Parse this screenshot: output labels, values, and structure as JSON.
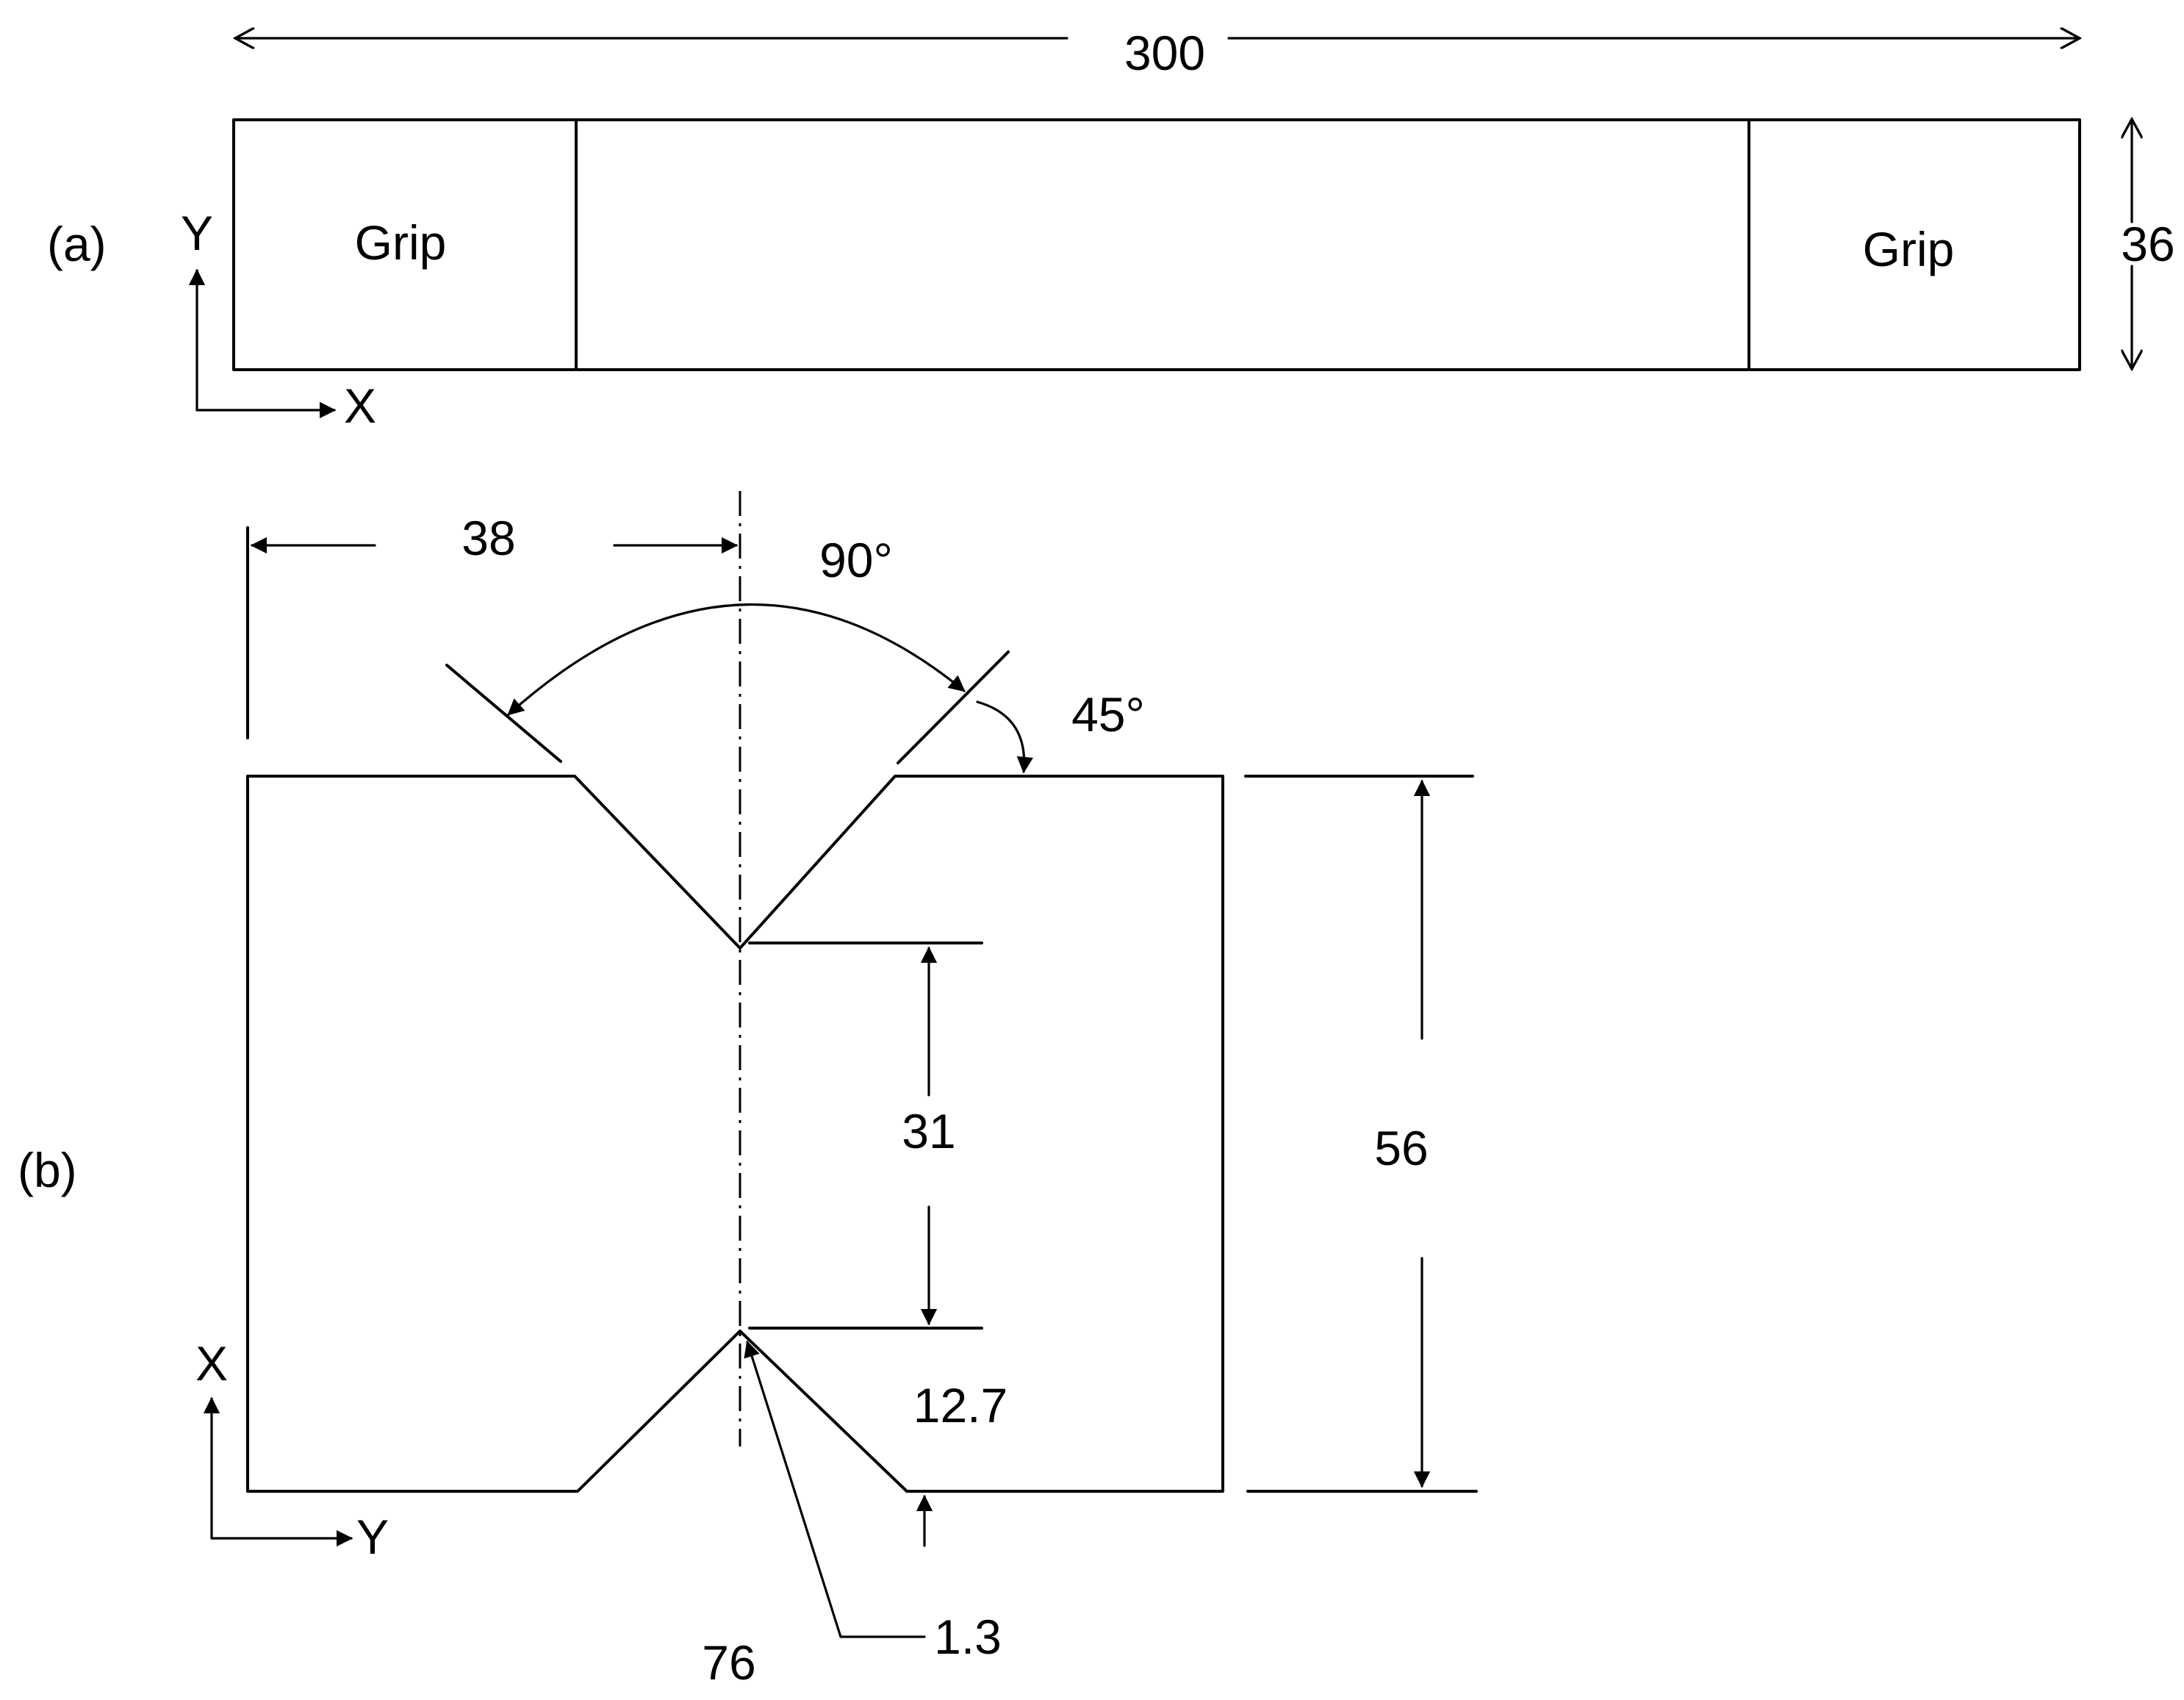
{
  "colors": {
    "ink": "#000000",
    "paper": "#ffffff"
  },
  "panel_a": {
    "label": "(a)",
    "grip_left": "Grip",
    "grip_right": "Grip",
    "length": "300",
    "height": "36",
    "axis_y": "Y",
    "axis_x": "X"
  },
  "panel_b": {
    "label": "(b)",
    "half_width": "38",
    "included_angle": "90°",
    "bevel_angle": "45°",
    "notch_gap": "31",
    "thickness": "56",
    "lower_depth": "12.7",
    "root_face": "1.3",
    "width": "76",
    "axis_x": "X",
    "axis_y": "Y"
  }
}
